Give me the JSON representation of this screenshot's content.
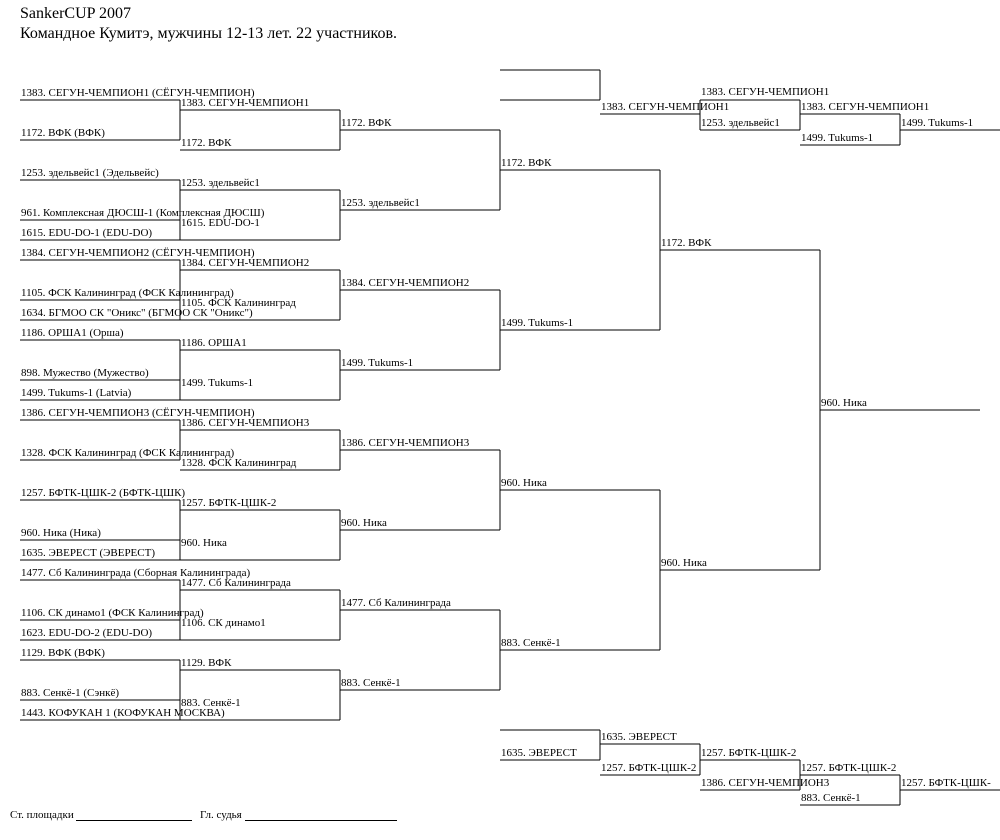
{
  "header": {
    "title": "SankerCUP 2007",
    "subtitle": "Командное Кумитэ, мужчины 12-13 лет. 22 участников."
  },
  "entries": [
    "1383. СЕГУН-ЧЕМПИОН1 (СЁГУН-ЧЕМПИОН)",
    "1172. ВФК (ВФК)",
    "1253. эдельвейс1 (Эдельвейс)",
    "961. Комплексная ДЮСШ-1 (Комплексная ДЮСШ)",
    "1615. EDU-DO-1 (EDU-DO)",
    "1384. СЕГУН-ЧЕМПИОН2 (СЁГУН-ЧЕМПИОН)",
    "1105. ФСК Калининград (ФСК Калининград)",
    "1634. БГМОО СК \"Оникс\" (БГМОО СК \"Оникс\")",
    "1186. ОРША1 (Орша)",
    "898. Мужество (Мужество)",
    "1499. Tukums-1 (Latvia)",
    "1386. СЕГУН-ЧЕМПИОН3 (СЁГУН-ЧЕМПИОН)",
    "1328. ФСК Калининград (ФСК Калининград)",
    "1257. БФТК-ЦШК-2 (БФТК-ЦШК)",
    "960. Ника (Ника)",
    "1635. ЭВЕРЕСТ (ЭВЕРЕСТ)",
    "1477. Сб Калининграда (Сборная Калининграда)",
    "1106. СК динамо1 (ФСК Калининград)",
    "1623. EDU-DO-2 (EDU-DO)",
    "1129. ВФК (ВФК)",
    "883. Сенкё-1 (Сэнкё)",
    "1443. КОФУКАН 1 (КОФУКАН МОСКВА)"
  ],
  "round1": [
    "1383. СЕГУН-ЧЕМПИОН1",
    "1172. ВФК",
    "1253. эдельвейс1",
    "1615. EDU-DO-1",
    "1384. СЕГУН-ЧЕМПИОН2",
    "1105. ФСК Калининград",
    "1186. ОРША1",
    "1499. Tukums-1",
    "1386. СЕГУН-ЧЕМПИОН3",
    "1328. ФСК Калининград",
    "1257. БФТК-ЦШК-2",
    "960. Ника",
    "1477. Сб Калининграда",
    "1106. СК динамо1",
    "1129. ВФК",
    "883. Сенкё-1"
  ],
  "round2": [
    "1172. ВФК",
    "1253. эдельвейс1",
    "1384. СЕГУН-ЧЕМПИОН2",
    "1499. Tukums-1",
    "1386. СЕГУН-ЧЕМПИОН3",
    "960. Ника",
    "1477. Сб Калининграда",
    "883. Сенкё-1"
  ],
  "round3": [
    "1172. ВФК",
    "1499. Tukums-1",
    "960. Ника",
    "883. Сенкё-1"
  ],
  "round4": [
    "1172. ВФК",
    "960. Ника"
  ],
  "winner": "960. Ника",
  "repechage_top": {
    "r1": "1383. СЕГУН-ЧЕМПИОН1",
    "r2_top": "1383. СЕГУН-ЧЕМПИОН1",
    "r2_bottom": "1253. эдельвейс1",
    "r3_top": "1383. СЕГУН-ЧЕМПИОН1",
    "r3_bottom": "1499. Tukums-1",
    "final": "1499. Tukums-1"
  },
  "repechage_bottom": {
    "r1": "1635. ЭВЕРЕСТ",
    "r2_top": "1635. ЭВЕРЕСТ",
    "r2_bottom": "1257. БФТК-ЦШК-2",
    "r3_top": "1257. БФТК-ЦШК-2",
    "r3_bottom": "1386. СЕГУН-ЧЕМПИОН3",
    "r4_top": "1257. БФТК-ЦШК-2",
    "r4_bottom": "883. Сенкё-1",
    "final": "1257. БФТК-ЦШК-"
  },
  "footer": {
    "site_label": "Ст. площадки",
    "judge_label": "Гл. судья"
  }
}
